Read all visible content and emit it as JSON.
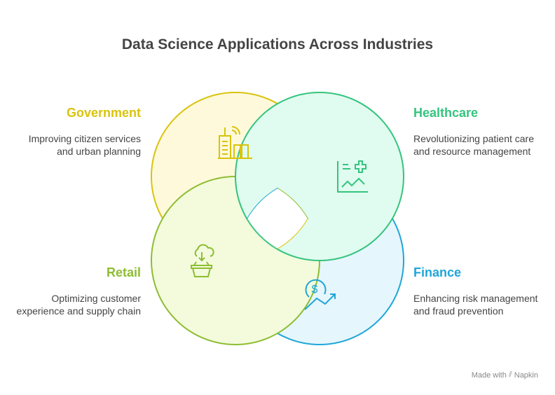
{
  "title": "Data Science Applications Across Industries",
  "sections": {
    "government": {
      "label": "Government",
      "description": "Improving citizen services and urban planning",
      "color": "#d9c30c",
      "fill": "#fff9dc",
      "icon": "smart-city-building-icon"
    },
    "healthcare": {
      "label": "Healthcare",
      "description": "Revolutionizing patient care and resource management",
      "color": "#34c47e",
      "fill": "#e0fbef",
      "icon": "health-chart-icon"
    },
    "retail": {
      "label": "Retail",
      "description": "Optimizing customer experience and supply chain",
      "color": "#8ebd33",
      "fill": "#f3fbdc",
      "icon": "cloud-basket-icon"
    },
    "finance": {
      "label": "Finance",
      "description": "Enhancing risk management and fraud prevention",
      "color": "#1fa6d8",
      "fill": "#e6f6fd",
      "icon": "dollar-growth-icon"
    }
  },
  "footer": {
    "made_with": "Made with",
    "brand": "Napkin"
  }
}
